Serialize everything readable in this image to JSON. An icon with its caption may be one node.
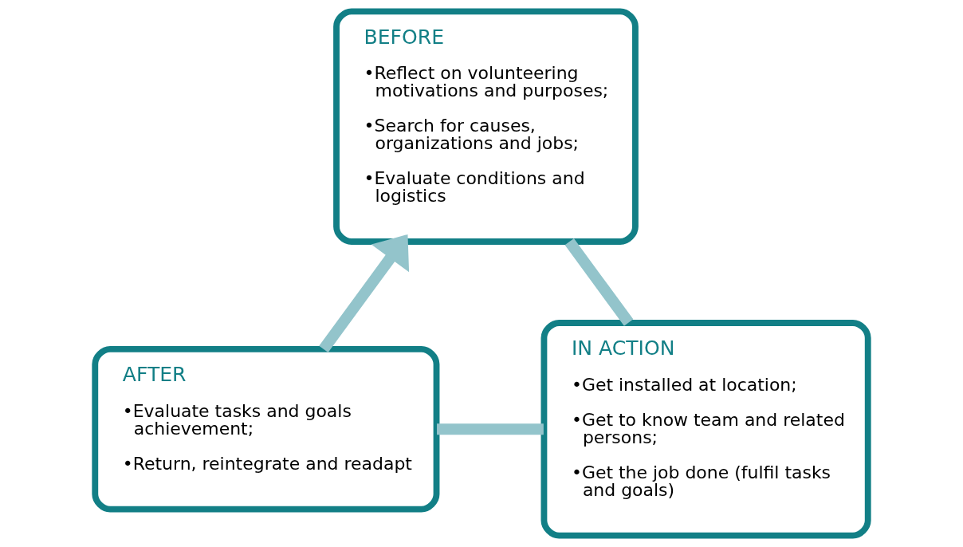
{
  "diagram": {
    "nodes": [
      {
        "text": [
          "BEFORE",
          "•Reflect on volunteering motivations and purposes;",
          "•Search for causes, organizations and jobs;",
          "•Evaluate conditions and logistics"
        ]
      },
      {
        "text": [
          "IN ACTION",
          "•Get installed at location;",
          "•Get to know team and related persons;",
          "•Get the job done (fulfil tasks and goals)"
        ]
      },
      {
        "text": [
          "AFTER",
          "•Evaluate tasks and goals achievement;",
          "•Return, reintegrate and readapt"
        ]
      }
    ],
    "edges": [
      {
        "from": 0,
        "to": 1,
        "arrow": "none"
      },
      {
        "from": 1,
        "to": 2,
        "arrow": "none"
      },
      {
        "from": 2,
        "to": 0,
        "arrow": "to"
      }
    ]
  }
}
